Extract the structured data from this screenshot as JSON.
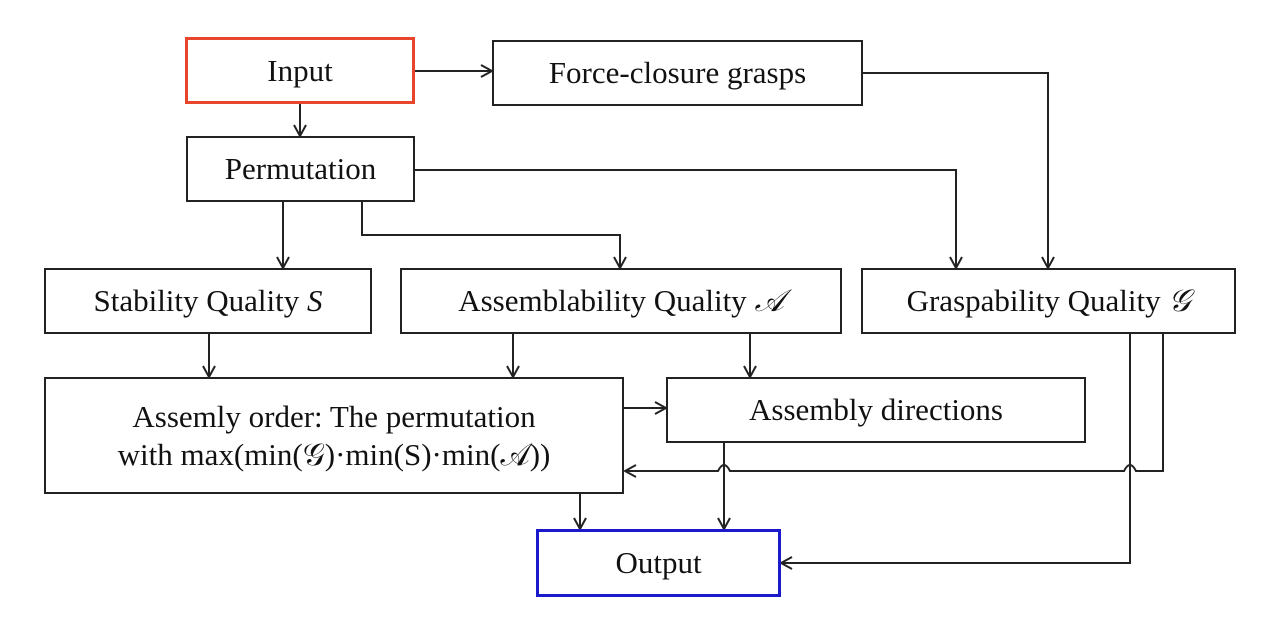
{
  "diagram": {
    "nodes": {
      "input": {
        "label": "Input",
        "border_color": "#e8462a"
      },
      "force_closure": {
        "label": "Force-closure grasps"
      },
      "permutation": {
        "label": "Permutation"
      },
      "stability": {
        "label": "Stability Quality",
        "symbol": "S"
      },
      "assemblability": {
        "label": "Assemblability Quality",
        "symbol": "𝒜"
      },
      "graspability": {
        "label": "Graspability Quality",
        "symbol": "𝒢"
      },
      "assembly_order": {
        "line1": "Assemly order: The permutation",
        "line2": "with max(min(𝒢)·min(S)·min(𝒜))"
      },
      "assembly_directions": {
        "label": "Assembly directions"
      },
      "output": {
        "label": "Output",
        "border_color": "#1a1acc"
      }
    },
    "edges": [
      {
        "from": "input",
        "to": "force_closure"
      },
      {
        "from": "input",
        "to": "permutation"
      },
      {
        "from": "force_closure",
        "to": "graspability"
      },
      {
        "from": "permutation",
        "to": "graspability"
      },
      {
        "from": "permutation",
        "to": "stability"
      },
      {
        "from": "permutation",
        "to": "assemblability"
      },
      {
        "from": "stability",
        "to": "assembly_order"
      },
      {
        "from": "assemblability",
        "to": "assembly_order"
      },
      {
        "from": "assemblability",
        "to": "assembly_directions"
      },
      {
        "from": "graspability",
        "to": "assembly_order"
      },
      {
        "from": "graspability",
        "to": "output"
      },
      {
        "from": "assembly_order",
        "to": "assembly_directions"
      },
      {
        "from": "assembly_order",
        "to": "output"
      },
      {
        "from": "assembly_directions",
        "to": "output"
      }
    ]
  }
}
